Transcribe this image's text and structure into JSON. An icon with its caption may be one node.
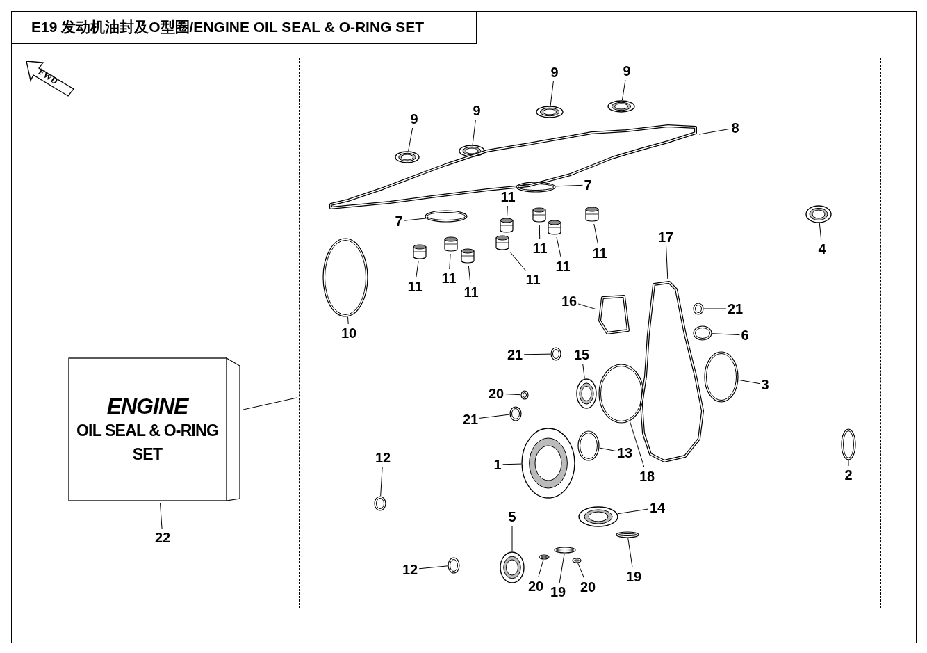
{
  "diagram": {
    "title": "E19 发动机油封及O型圈/ENGINE OIL SEAL & O-RING SET",
    "nodes": [
      {
        "text": [
          "FWD"
        ]
      },
      {
        "text": [
          "ENGINE",
          "OIL SEAL & O-RING SET"
        ]
      },
      {
        "text": [
          "22"
        ]
      },
      {
        "text": [],
        "shape": "box"
      },
      {
        "text": [
          "9"
        ],
        "in": 3
      },
      {
        "text": [],
        "shape": "picture",
        "in": 3
      },
      {
        "text": [
          "9"
        ],
        "in": 3
      },
      {
        "text": [],
        "shape": "picture",
        "in": 3
      },
      {
        "text": [
          "9"
        ],
        "in": 3
      },
      {
        "text": [],
        "shape": "picture",
        "in": 3
      },
      {
        "text": [
          "9"
        ],
        "in": 3
      },
      {
        "text": [],
        "shape": "picture",
        "in": 3
      },
      {
        "text": [
          "8"
        ],
        "in": 3
      },
      {
        "text": [],
        "shape": "picture",
        "in": 3
      },
      {
        "text": [
          "7"
        ],
        "in": 3
      },
      {
        "text": [],
        "shape": "picture",
        "in": 3
      },
      {
        "text": [
          "7"
        ],
        "in": 3
      },
      {
        "text": [],
        "shape": "picture",
        "in": 3
      },
      {
        "text": [
          "11"
        ],
        "in": 3
      },
      {
        "text": [],
        "shape": "picture",
        "in": 3
      },
      {
        "text": [
          "11"
        ],
        "in": 3
      },
      {
        "text": [],
        "shape": "picture",
        "in": 3
      },
      {
        "text": [
          "11"
        ],
        "in": 3
      },
      {
        "text": [],
        "shape": "picture",
        "in": 3
      },
      {
        "text": [
          "11"
        ],
        "in": 3
      },
      {
        "text": [],
        "shape": "picture",
        "in": 3
      },
      {
        "text": [
          "11"
        ],
        "in": 3
      },
      {
        "text": [],
        "shape": "picture",
        "in": 3
      },
      {
        "text": [
          "11"
        ],
        "in": 3
      },
      {
        "text": [],
        "shape": "picture",
        "in": 3
      },
      {
        "text": [
          "11"
        ],
        "in": 3
      },
      {
        "text": [],
        "shape": "picture",
        "in": 3
      },
      {
        "text": [
          "11"
        ],
        "in": 3
      },
      {
        "text": [],
        "shape": "picture",
        "in": 3
      },
      {
        "text": [
          "4"
        ],
        "in": 3
      },
      {
        "text": [],
        "shape": "picture",
        "in": 3
      },
      {
        "text": [
          "17"
        ],
        "in": 3
      },
      {
        "text": [],
        "shape": "picture",
        "in": 3
      },
      {
        "text": [
          "16"
        ],
        "in": 3
      },
      {
        "text": [],
        "shape": "picture",
        "in": 3
      },
      {
        "text": [
          "21"
        ],
        "in": 3
      },
      {
        "text": [],
        "shape": "picture",
        "in": 3
      },
      {
        "text": [
          "6"
        ],
        "in": 3
      },
      {
        "text": [],
        "shape": "picture",
        "in": 3
      },
      {
        "text": [
          "10"
        ],
        "in": 3
      },
      {
        "text": [],
        "shape": "picture",
        "in": 3
      },
      {
        "text": [
          "21"
        ],
        "in": 3
      },
      {
        "text": [],
        "shape": "picture",
        "in": 3
      },
      {
        "text": [
          "15"
        ],
        "in": 3
      },
      {
        "text": [],
        "shape": "picture",
        "in": 3
      },
      {
        "text": [
          "3"
        ],
        "in": 3
      },
      {
        "text": [],
        "shape": "picture",
        "in": 3
      },
      {
        "text": [
          "20"
        ],
        "in": 3
      },
      {
        "text": [],
        "shape": "picture",
        "in": 3
      },
      {
        "text": [
          "21"
        ],
        "in": 3
      },
      {
        "text": [],
        "shape": "picture",
        "in": 3
      },
      {
        "text": [
          "18"
        ],
        "in": 3
      },
      {
        "text": [],
        "shape": "picture",
        "in": 3
      },
      {
        "text": [
          "13"
        ],
        "in": 3
      },
      {
        "text": [],
        "shape": "picture",
        "in": 3
      },
      {
        "text": [
          "1"
        ],
        "in": 3
      },
      {
        "text": [],
        "shape": "picture",
        "in": 3
      },
      {
        "text": [
          "2"
        ],
        "in": 3
      },
      {
        "text": [],
        "shape": "picture",
        "in": 3
      },
      {
        "text": [
          "12"
        ],
        "in": 3
      },
      {
        "text": [],
        "shape": "picture",
        "in": 3
      },
      {
        "text": [
          "14"
        ],
        "in": 3
      },
      {
        "text": [],
        "shape": "picture",
        "in": 3
      },
      {
        "text": [
          "5"
        ],
        "in": 3
      },
      {
        "text": [],
        "shape": "picture",
        "in": 3
      },
      {
        "text": [
          "12"
        ],
        "in": 3
      },
      {
        "text": [],
        "shape": "picture",
        "in": 3
      },
      {
        "text": [
          "20"
        ],
        "in": 3
      },
      {
        "text": [],
        "shape": "picture",
        "in": 3
      },
      {
        "text": [
          "19"
        ],
        "in": 3
      },
      {
        "text": [],
        "shape": "picture",
        "in": 3
      },
      {
        "text": [
          "20"
        ],
        "in": 3
      },
      {
        "text": [],
        "shape": "picture",
        "in": 3
      },
      {
        "text": [
          "19"
        ],
        "in": 3
      },
      {
        "text": [],
        "shape": "picture",
        "in": 3
      }
    ],
    "edges": [
      {
        "from": 2,
        "to": 1,
        "arrow": "none"
      },
      {
        "from": 1,
        "to": 3,
        "arrow": "none"
      },
      {
        "from": 4,
        "to": 5,
        "arrow": "none"
      },
      {
        "from": 6,
        "to": 7,
        "arrow": "none"
      },
      {
        "from": 8,
        "to": 9,
        "arrow": "none"
      },
      {
        "from": 10,
        "to": 11,
        "arrow": "none"
      },
      {
        "from": 12,
        "to": 13,
        "arrow": "none"
      },
      {
        "from": 14,
        "to": 15,
        "arrow": "none"
      },
      {
        "from": 16,
        "to": 17,
        "arrow": "none"
      },
      {
        "from": 18,
        "to": 19,
        "arrow": "none"
      },
      {
        "from": 20,
        "to": 21,
        "arrow": "none"
      },
      {
        "from": 22,
        "to": 23,
        "arrow": "none"
      },
      {
        "from": 24,
        "to": 25,
        "arrow": "none"
      },
      {
        "from": 26,
        "to": 27,
        "arrow": "none"
      },
      {
        "from": 28,
        "to": 29,
        "arrow": "none"
      },
      {
        "from": 30,
        "to": 31,
        "arrow": "none"
      },
      {
        "from": 32,
        "to": 33,
        "arrow": "none"
      },
      {
        "from": 34,
        "to": 35,
        "arrow": "none"
      },
      {
        "from": 36,
        "to": 37,
        "arrow": "none"
      },
      {
        "from": 38,
        "to": 39,
        "arrow": "none"
      },
      {
        "from": 40,
        "to": 41,
        "arrow": "none"
      },
      {
        "from": 42,
        "to": 43,
        "arrow": "none"
      },
      {
        "from": 44,
        "to": 45,
        "arrow": "none"
      },
      {
        "from": 46,
        "to": 47,
        "arrow": "none"
      },
      {
        "from": 48,
        "to": 49,
        "arrow": "none"
      },
      {
        "from": 50,
        "to": 51,
        "arrow": "none"
      },
      {
        "from": 52,
        "to": 53,
        "arrow": "none"
      },
      {
        "from": 54,
        "to": 55,
        "arrow": "none"
      },
      {
        "from": 56,
        "to": 57,
        "arrow": "none"
      },
      {
        "from": 58,
        "to": 59,
        "arrow": "none"
      },
      {
        "from": 60,
        "to": 61,
        "arrow": "none"
      },
      {
        "from": 62,
        "to": 63,
        "arrow": "none"
      },
      {
        "from": 64,
        "to": 65,
        "arrow": "none"
      },
      {
        "from": 66,
        "to": 67,
        "arrow": "none"
      },
      {
        "from": 68,
        "to": 69,
        "arrow": "none"
      },
      {
        "from": 70,
        "to": 71,
        "arrow": "none"
      },
      {
        "from": 72,
        "to": 73,
        "arrow": "none"
      },
      {
        "from": 74,
        "to": 75,
        "arrow": "none"
      },
      {
        "from": 76,
        "to": 77,
        "arrow": "none"
      },
      {
        "from": 78,
        "to": 79,
        "arrow": "none"
      }
    ]
  }
}
